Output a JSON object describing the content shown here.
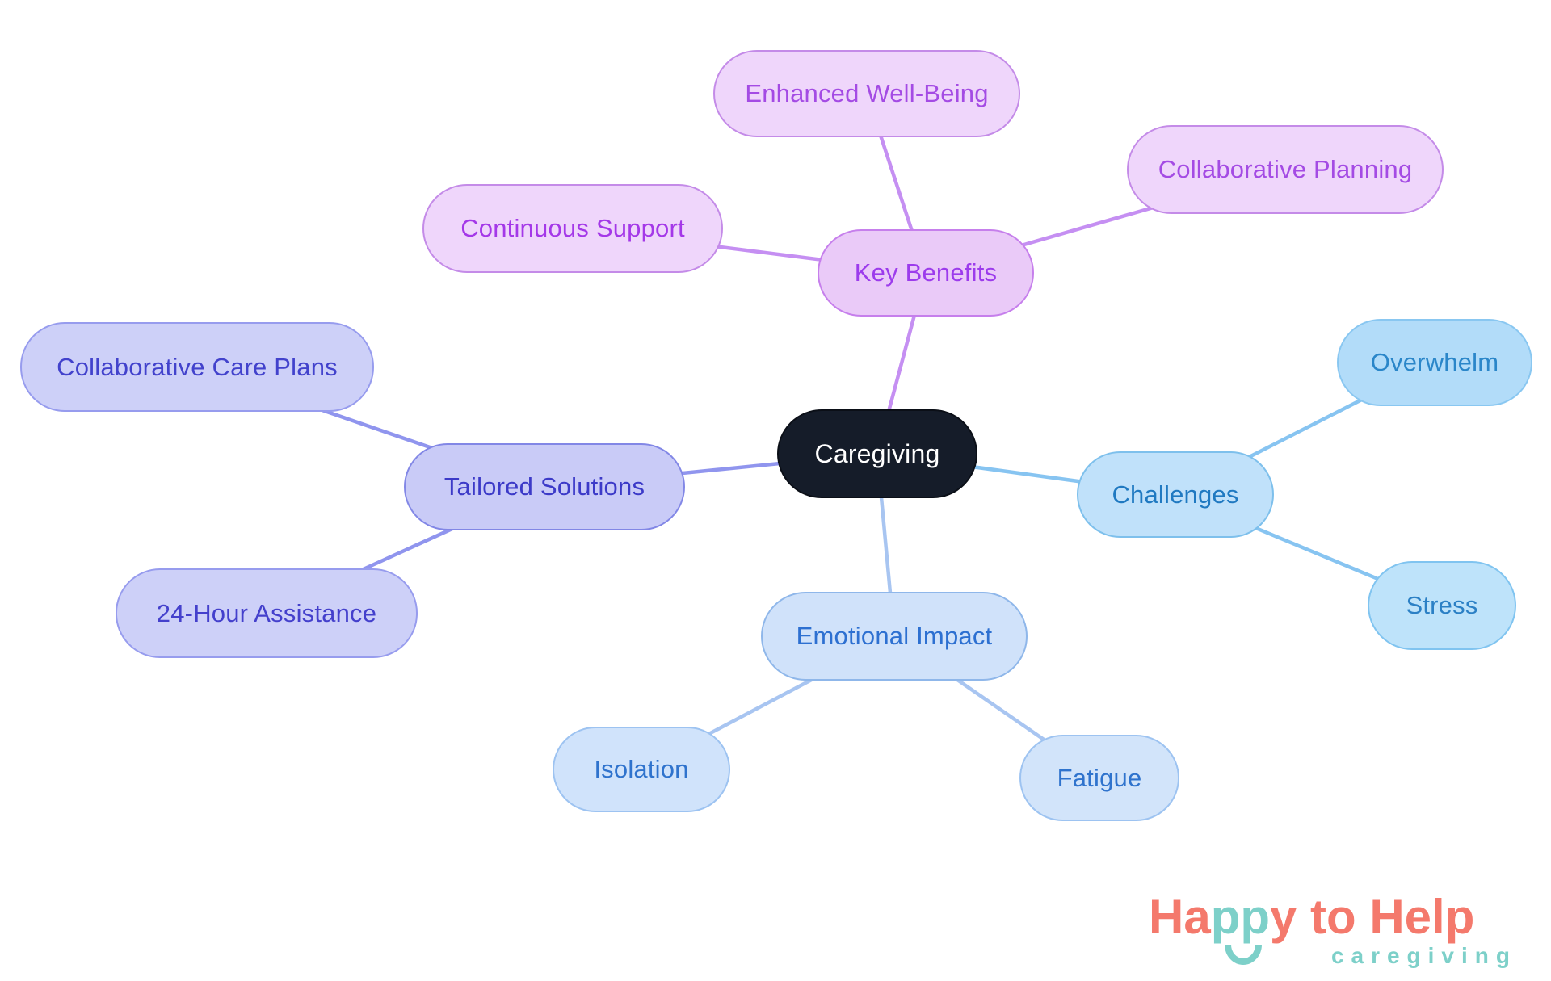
{
  "background_color": "#FFFFFF",
  "nodes": {
    "caregiving": {
      "label": "Caregiving",
      "fill": "#151C29",
      "border": "#0B0F17",
      "text_color": "#FFFFFF"
    },
    "key_benefits": {
      "label": "Key Benefits",
      "fill": "#EACAF8",
      "border": "#C67FEC",
      "text_color": "#9C3BEC"
    },
    "enhanced_well_being": {
      "label": "Enhanced Well-Being",
      "fill": "#EFD6FB",
      "border": "#C48BE8",
      "text_color": "#A44BE4"
    },
    "continuous_support": {
      "label": "Continuous Support",
      "fill": "#EFD6FB",
      "border": "#C48BE8",
      "text_color": "#A438E8"
    },
    "collaborative_planning": {
      "label": "Collaborative Planning",
      "fill": "#EFD6FB",
      "border": "#C48BE8",
      "text_color": "#A44BE4"
    },
    "tailored_solutions": {
      "label": "Tailored Solutions",
      "fill": "#C9CBF7",
      "border": "#8287E6",
      "text_color": "#3C3AC8"
    },
    "collaborative_care_plans": {
      "label": "Collaborative Care Plans",
      "fill": "#CDD0F8",
      "border": "#979CEE",
      "text_color": "#4242CC"
    },
    "assistance_24_hour": {
      "label": "24-Hour Assistance",
      "fill": "#CDD0F8",
      "border": "#979CEE",
      "text_color": "#4440CC"
    },
    "challenges": {
      "label": "Challenges",
      "fill": "#C0E1FA",
      "border": "#7EC0EC",
      "text_color": "#1F79C1"
    },
    "overwhelm": {
      "label": "Overwhelm",
      "fill": "#B2DCF9",
      "border": "#89C7F1",
      "text_color": "#2A86C9"
    },
    "stress": {
      "label": "Stress",
      "fill": "#BEE3FA",
      "border": "#80C4F0",
      "text_color": "#2B80C5"
    },
    "emotional_impact": {
      "label": "Emotional Impact",
      "fill": "#D0E2FA",
      "border": "#8FB7EA",
      "text_color": "#2D70D1"
    },
    "isolation": {
      "label": "Isolation",
      "fill": "#D0E3FB",
      "border": "#9DC3F1",
      "text_color": "#2F73CD"
    },
    "fatigue": {
      "label": "Fatigue",
      "fill": "#D2E4FA",
      "border": "#9DC3F1",
      "text_color": "#2F73CD"
    }
  },
  "edges": [
    {
      "from": "caregiving",
      "to": "key_benefits",
      "color": "#C58FF2"
    },
    {
      "from": "key_benefits",
      "to": "enhanced_well_being",
      "color": "#C58FF2"
    },
    {
      "from": "key_benefits",
      "to": "continuous_support",
      "color": "#C58FF2"
    },
    {
      "from": "key_benefits",
      "to": "collaborative_planning",
      "color": "#C58FF2"
    },
    {
      "from": "caregiving",
      "to": "tailored_solutions",
      "color": "#9095EE"
    },
    {
      "from": "tailored_solutions",
      "to": "collaborative_care_plans",
      "color": "#9095EE"
    },
    {
      "from": "tailored_solutions",
      "to": "assistance_24_hour",
      "color": "#9095EE"
    },
    {
      "from": "caregiving",
      "to": "challenges",
      "color": "#87C4F1"
    },
    {
      "from": "challenges",
      "to": "overwhelm",
      "color": "#87C4F1"
    },
    {
      "from": "challenges",
      "to": "stress",
      "color": "#87C4F1"
    },
    {
      "from": "caregiving",
      "to": "emotional_impact",
      "color": "#A8C5F1"
    },
    {
      "from": "emotional_impact",
      "to": "isolation",
      "color": "#A8C5F1"
    },
    {
      "from": "emotional_impact",
      "to": "fatigue",
      "color": "#A8C5F1"
    }
  ],
  "logo": {
    "wordmark_part1": "Ha",
    "wordmark_part2": "pp",
    "wordmark_part3": "y to Help",
    "subtitle": "caregiving",
    "coral": "#F4796C",
    "teal": "#7DD0C9"
  }
}
